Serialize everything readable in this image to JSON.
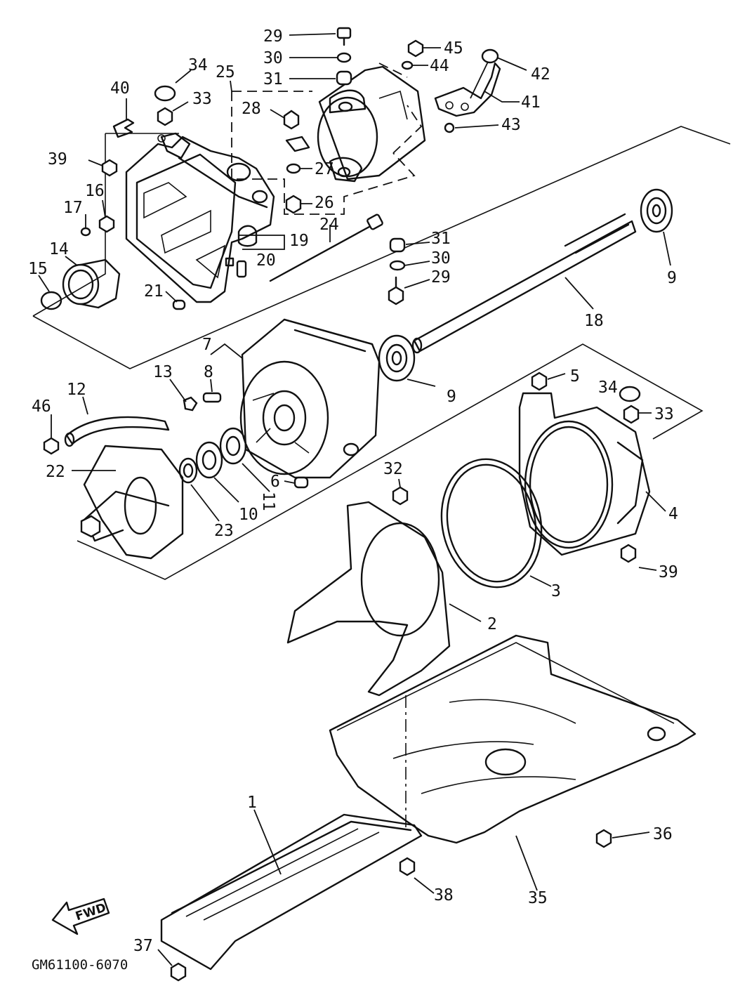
{
  "diagram": {
    "drawing_code": "GM61100-6070",
    "direction_label": "FWD",
    "callouts": [
      "29",
      "30",
      "31",
      "45",
      "44",
      "42",
      "41",
      "43",
      "34",
      "33",
      "40",
      "25",
      "28",
      "27",
      "26",
      "39",
      "16",
      "17",
      "14",
      "15",
      "19",
      "20",
      "24",
      "21",
      "31",
      "30",
      "29",
      "9",
      "18",
      "7",
      "8",
      "13",
      "12",
      "46",
      "22",
      "23",
      "10",
      "11",
      "6",
      "9",
      "5",
      "34",
      "33",
      "32",
      "3",
      "4",
      "39",
      "2",
      "1",
      "36",
      "35",
      "38",
      "37"
    ]
  }
}
